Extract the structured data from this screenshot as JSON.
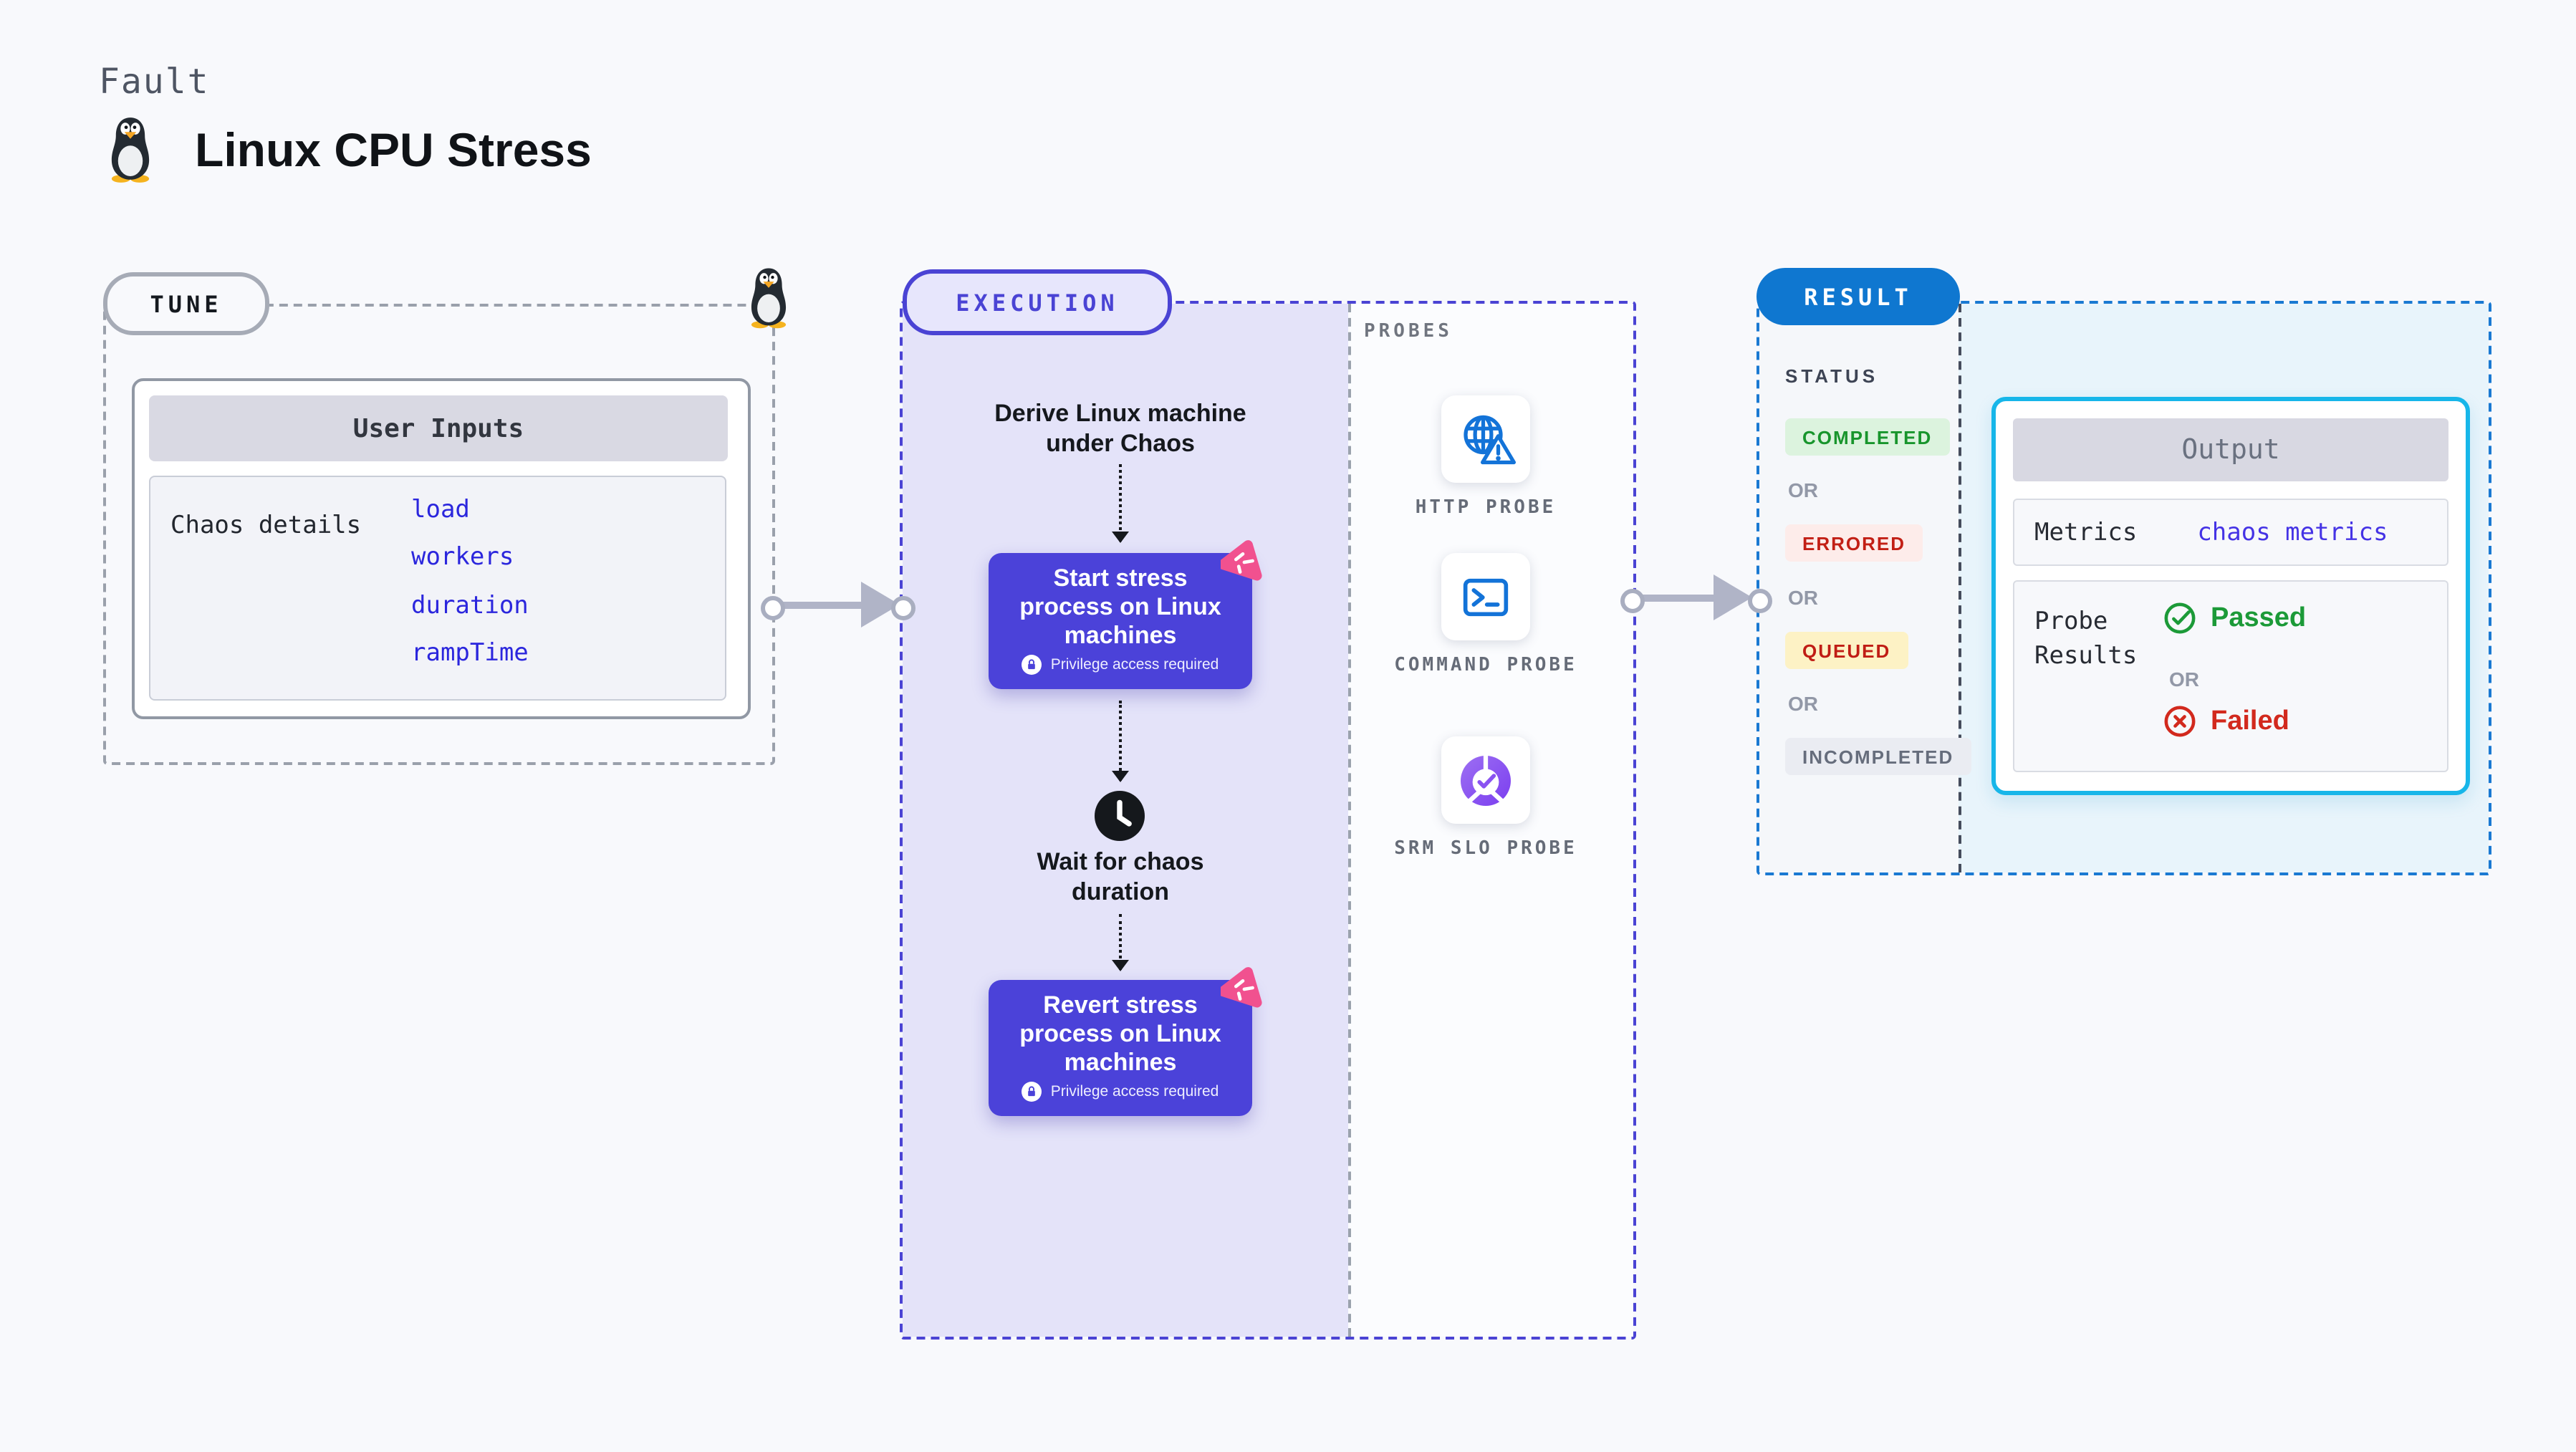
{
  "header": {
    "kicker": "Fault",
    "title": "Linux CPU Stress",
    "logo": "tux-penguin-icon"
  },
  "tune": {
    "badge": "TUNE",
    "card_title": "User Inputs",
    "row_label": "Chaos details",
    "inputs": [
      "load",
      "workers",
      "duration",
      "rampTime"
    ],
    "link_color": "#2b26dd"
  },
  "execution": {
    "badge": "EXECUTION",
    "accent_color": "#4a43d4",
    "step_box_color": "#4b42d9",
    "steps": {
      "derive": "Derive Linux machine under Chaos",
      "start": "Start stress process on Linux machines",
      "wait": "Wait for chaos duration",
      "revert": "Revert stress process on Linux machines"
    },
    "privilege_note": "Privilege access required"
  },
  "probes": {
    "label": "PROBES",
    "items": [
      {
        "label": "HTTP PROBE",
        "icon": "globe-alert-icon"
      },
      {
        "label": "COMMAND PROBE",
        "icon": "terminal-icon"
      },
      {
        "label": "SRM SLO PROBE",
        "icon": "slo-donut-icon"
      }
    ],
    "icon_color": "#1373d8"
  },
  "result": {
    "badge": "RESULT",
    "accent_color": "#0f77d0",
    "status_label": "STATUS",
    "or_label": "OR",
    "statuses": [
      {
        "label": "COMPLETED",
        "text_color": "#18952c",
        "bg_color": "#dcf3de"
      },
      {
        "label": "ERRORED",
        "text_color": "#c21f15",
        "bg_color": "#fdecea"
      },
      {
        "label": "QUEUED",
        "text_color": "#c01d15",
        "bg_color": "#fdf2c5"
      },
      {
        "label": "INCOMPLETED",
        "text_color": "#666d7c",
        "bg_color": "#eaecf2"
      }
    ],
    "output": {
      "title": "Output",
      "border_color": "#17b6e9",
      "rows": [
        {
          "label": "Metrics",
          "value": "chaos metrics",
          "value_color": "#4533e5"
        },
        {
          "label": "Probe Results",
          "passed": "Passed",
          "or": "OR",
          "failed": "Failed",
          "passed_color": "#1c9a38",
          "failed_color": "#d2291d"
        }
      ]
    }
  }
}
